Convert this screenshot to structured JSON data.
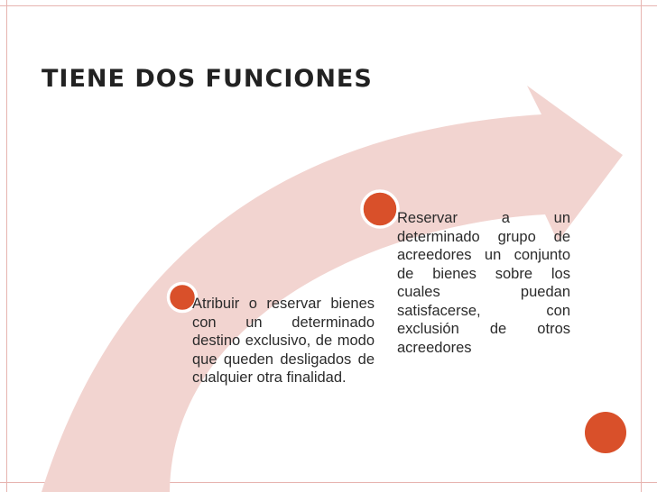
{
  "slide": {
    "title": "TIENE DOS FUNCIONES",
    "steps": [
      {
        "text": "Atribuir o reservar bienes con un determinado destino exclusivo, de modo que queden desligados de cualquier otra finalidad."
      },
      {
        "text": "Reservar a un determinado grupo de acreedores un conjunto de bienes sobre los cuales puedan satisfacerse, con exclusión de otros acreedores"
      }
    ]
  },
  "colors": {
    "arrow": "#f2d4d0",
    "marker": "#d9502a",
    "border": "#e7b4b0",
    "title": "#222222",
    "text": "#2b2b2b"
  },
  "icons": {
    "marker": "orange-circle-marker",
    "corner": "orange-circle-corner-decoration"
  }
}
